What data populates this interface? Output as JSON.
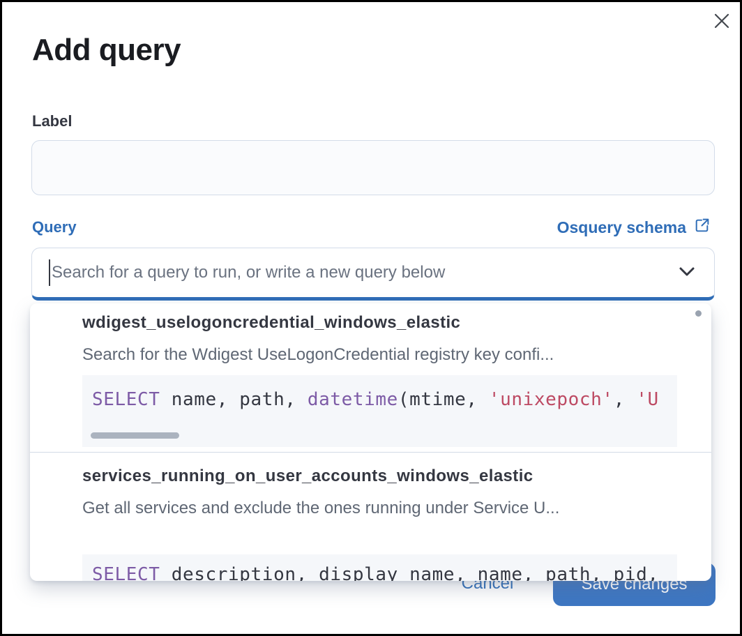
{
  "modal": {
    "title": "Add query",
    "label_field": {
      "label": "Label",
      "value": ""
    },
    "query_field": {
      "label": "Query",
      "schema_link_label": "Osquery schema",
      "combobox_placeholder": "Search for a query to run, or write a new query below",
      "combobox_value": ""
    },
    "dropdown": {
      "options": [
        {
          "title": "wdigest_uselogoncredential_windows_elastic",
          "description": "Search for the Wdigest UseLogonCredential registry key confi...",
          "sql_tokens": [
            {
              "text": "SELECT",
              "type": "keyword"
            },
            {
              "text": " name, path, ",
              "type": "plain"
            },
            {
              "text": "datetime",
              "type": "keyword"
            },
            {
              "text": "(mtime, ",
              "type": "plain"
            },
            {
              "text": "'unixepoch'",
              "type": "string"
            },
            {
              "text": ", ",
              "type": "plain"
            },
            {
              "text": "'U",
              "type": "string"
            }
          ],
          "has_horizontal_scrollbar": true
        },
        {
          "title": "services_running_on_user_accounts_windows_elastic",
          "description": "Get all services and exclude the ones running under Service U...",
          "sql_tokens": [
            {
              "text": "SELECT",
              "type": "keyword"
            },
            {
              "text": " description, display_name, name, path, pid,",
              "type": "plain"
            }
          ],
          "has_horizontal_scrollbar": false
        }
      ]
    },
    "footer": {
      "cancel_label": "Cancel",
      "save_label": "Save changes"
    }
  },
  "colors": {
    "primary_blue": "#2f6db7",
    "save_button_fill": "#3d76c2",
    "title_text": "#1a1c21",
    "body_text": "#343741",
    "subdued_text": "#5f6774",
    "placeholder_text": "#6a7280",
    "input_border": "#d3dce9",
    "input_background": "#fafbfd",
    "code_background": "#f5f7fa",
    "code_keyword": "#7d5ba6",
    "code_string": "#bd4a63",
    "divider": "#d3dae6",
    "scrollbar": "#abb3bf"
  }
}
